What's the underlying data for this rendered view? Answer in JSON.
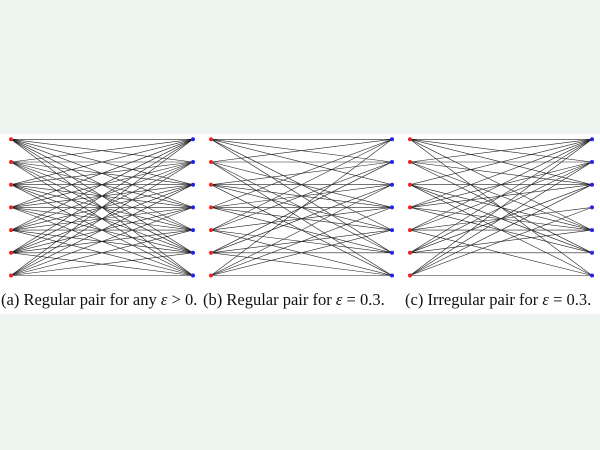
{
  "colors": {
    "left_node": "#ee2222",
    "right_node": "#2222ee",
    "edge": "#222222",
    "background": "#eef5f1"
  },
  "node_count_per_side": 7,
  "panels": [
    {
      "caption_prefix": "(a) Regular pair for any ",
      "caption_symbol": "ε",
      "caption_suffix": " > 0.",
      "edges": [
        [
          0,
          1,
          2,
          3,
          4,
          5,
          6
        ],
        [
          0,
          1,
          2,
          3,
          4,
          5,
          6
        ],
        [
          0,
          1,
          2,
          3,
          4,
          5,
          6
        ],
        [
          0,
          1,
          2,
          3,
          4,
          5,
          6
        ],
        [
          0,
          1,
          2,
          3,
          4,
          5,
          6
        ],
        [
          0,
          1,
          2,
          3,
          4,
          5,
          6
        ],
        [
          0,
          1,
          2,
          3,
          4,
          5,
          6
        ]
      ]
    },
    {
      "caption_prefix": "(b) Regular pair for ",
      "caption_symbol": "ε",
      "caption_suffix": " = 0.3.",
      "edges": [
        [
          0,
          1,
          2,
          4,
          5
        ],
        [
          0,
          1,
          3,
          5,
          6
        ],
        [
          1,
          2,
          3,
          4,
          6
        ],
        [
          0,
          2,
          3,
          4,
          5
        ],
        [
          0,
          1,
          3,
          5,
          6
        ],
        [
          1,
          2,
          4,
          5,
          6
        ],
        [
          0,
          2,
          3,
          4,
          6
        ]
      ]
    },
    {
      "caption_prefix": "(c) Irregular pair for ",
      "caption_symbol": "ε",
      "caption_suffix": " = 0.3.",
      "edges": [
        [
          0,
          1,
          2,
          4,
          6
        ],
        [
          0,
          1,
          2,
          4,
          5
        ],
        [
          0,
          2,
          4,
          5,
          6
        ],
        [
          0,
          1,
          2,
          4,
          5
        ],
        [
          0,
          1,
          3,
          4,
          6
        ],
        [
          0,
          1,
          2,
          4,
          5
        ],
        [
          0,
          1,
          2,
          3,
          6
        ]
      ]
    }
  ]
}
